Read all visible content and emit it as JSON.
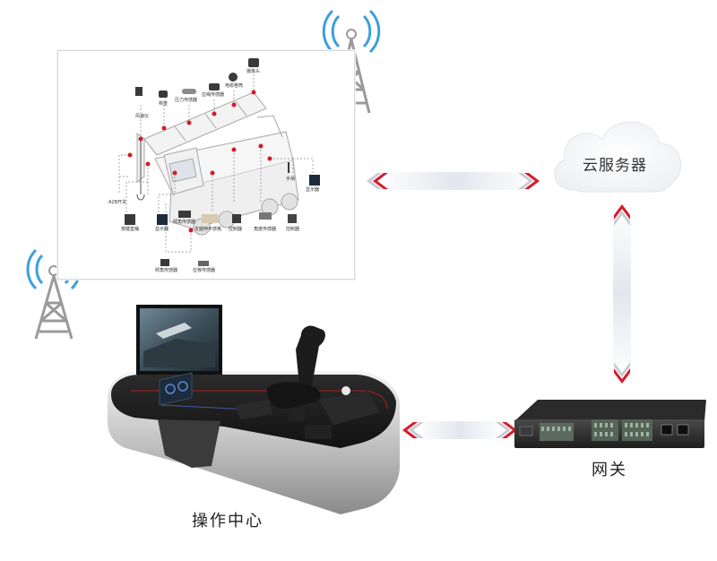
{
  "nodes": {
    "cloud_server": "云服务器",
    "gateway": "网关",
    "operation_center": "操作中心"
  },
  "crane_labels": {
    "wind_speed": "风速仪",
    "weight": "称重",
    "pressure_sensor": "压力传感器",
    "rope_sensor": "拉绳传感器",
    "cable_drum": "电缆卷筒",
    "camera": "摄像头",
    "handle": "手柄",
    "display_right": "显示器",
    "a2b_switch": "A2B开关",
    "remote_button": "按键盒桶",
    "display_left": "显示器",
    "angle_sensor_left": "倾角传感器",
    "support_leg": "支腿伸平感格",
    "controller_mid": "控制器",
    "angle_sensor_right": "角度传感器",
    "controller_right": "控制器",
    "tilt_sensor": "倾角传感器",
    "position_sensor": "位移传感器"
  },
  "colors": {
    "accent_red": "#d7192a",
    "wifi_blue": "#3aa0df",
    "tower_gray": "#9a9a9a",
    "link_gray": "#e7eaf0"
  }
}
